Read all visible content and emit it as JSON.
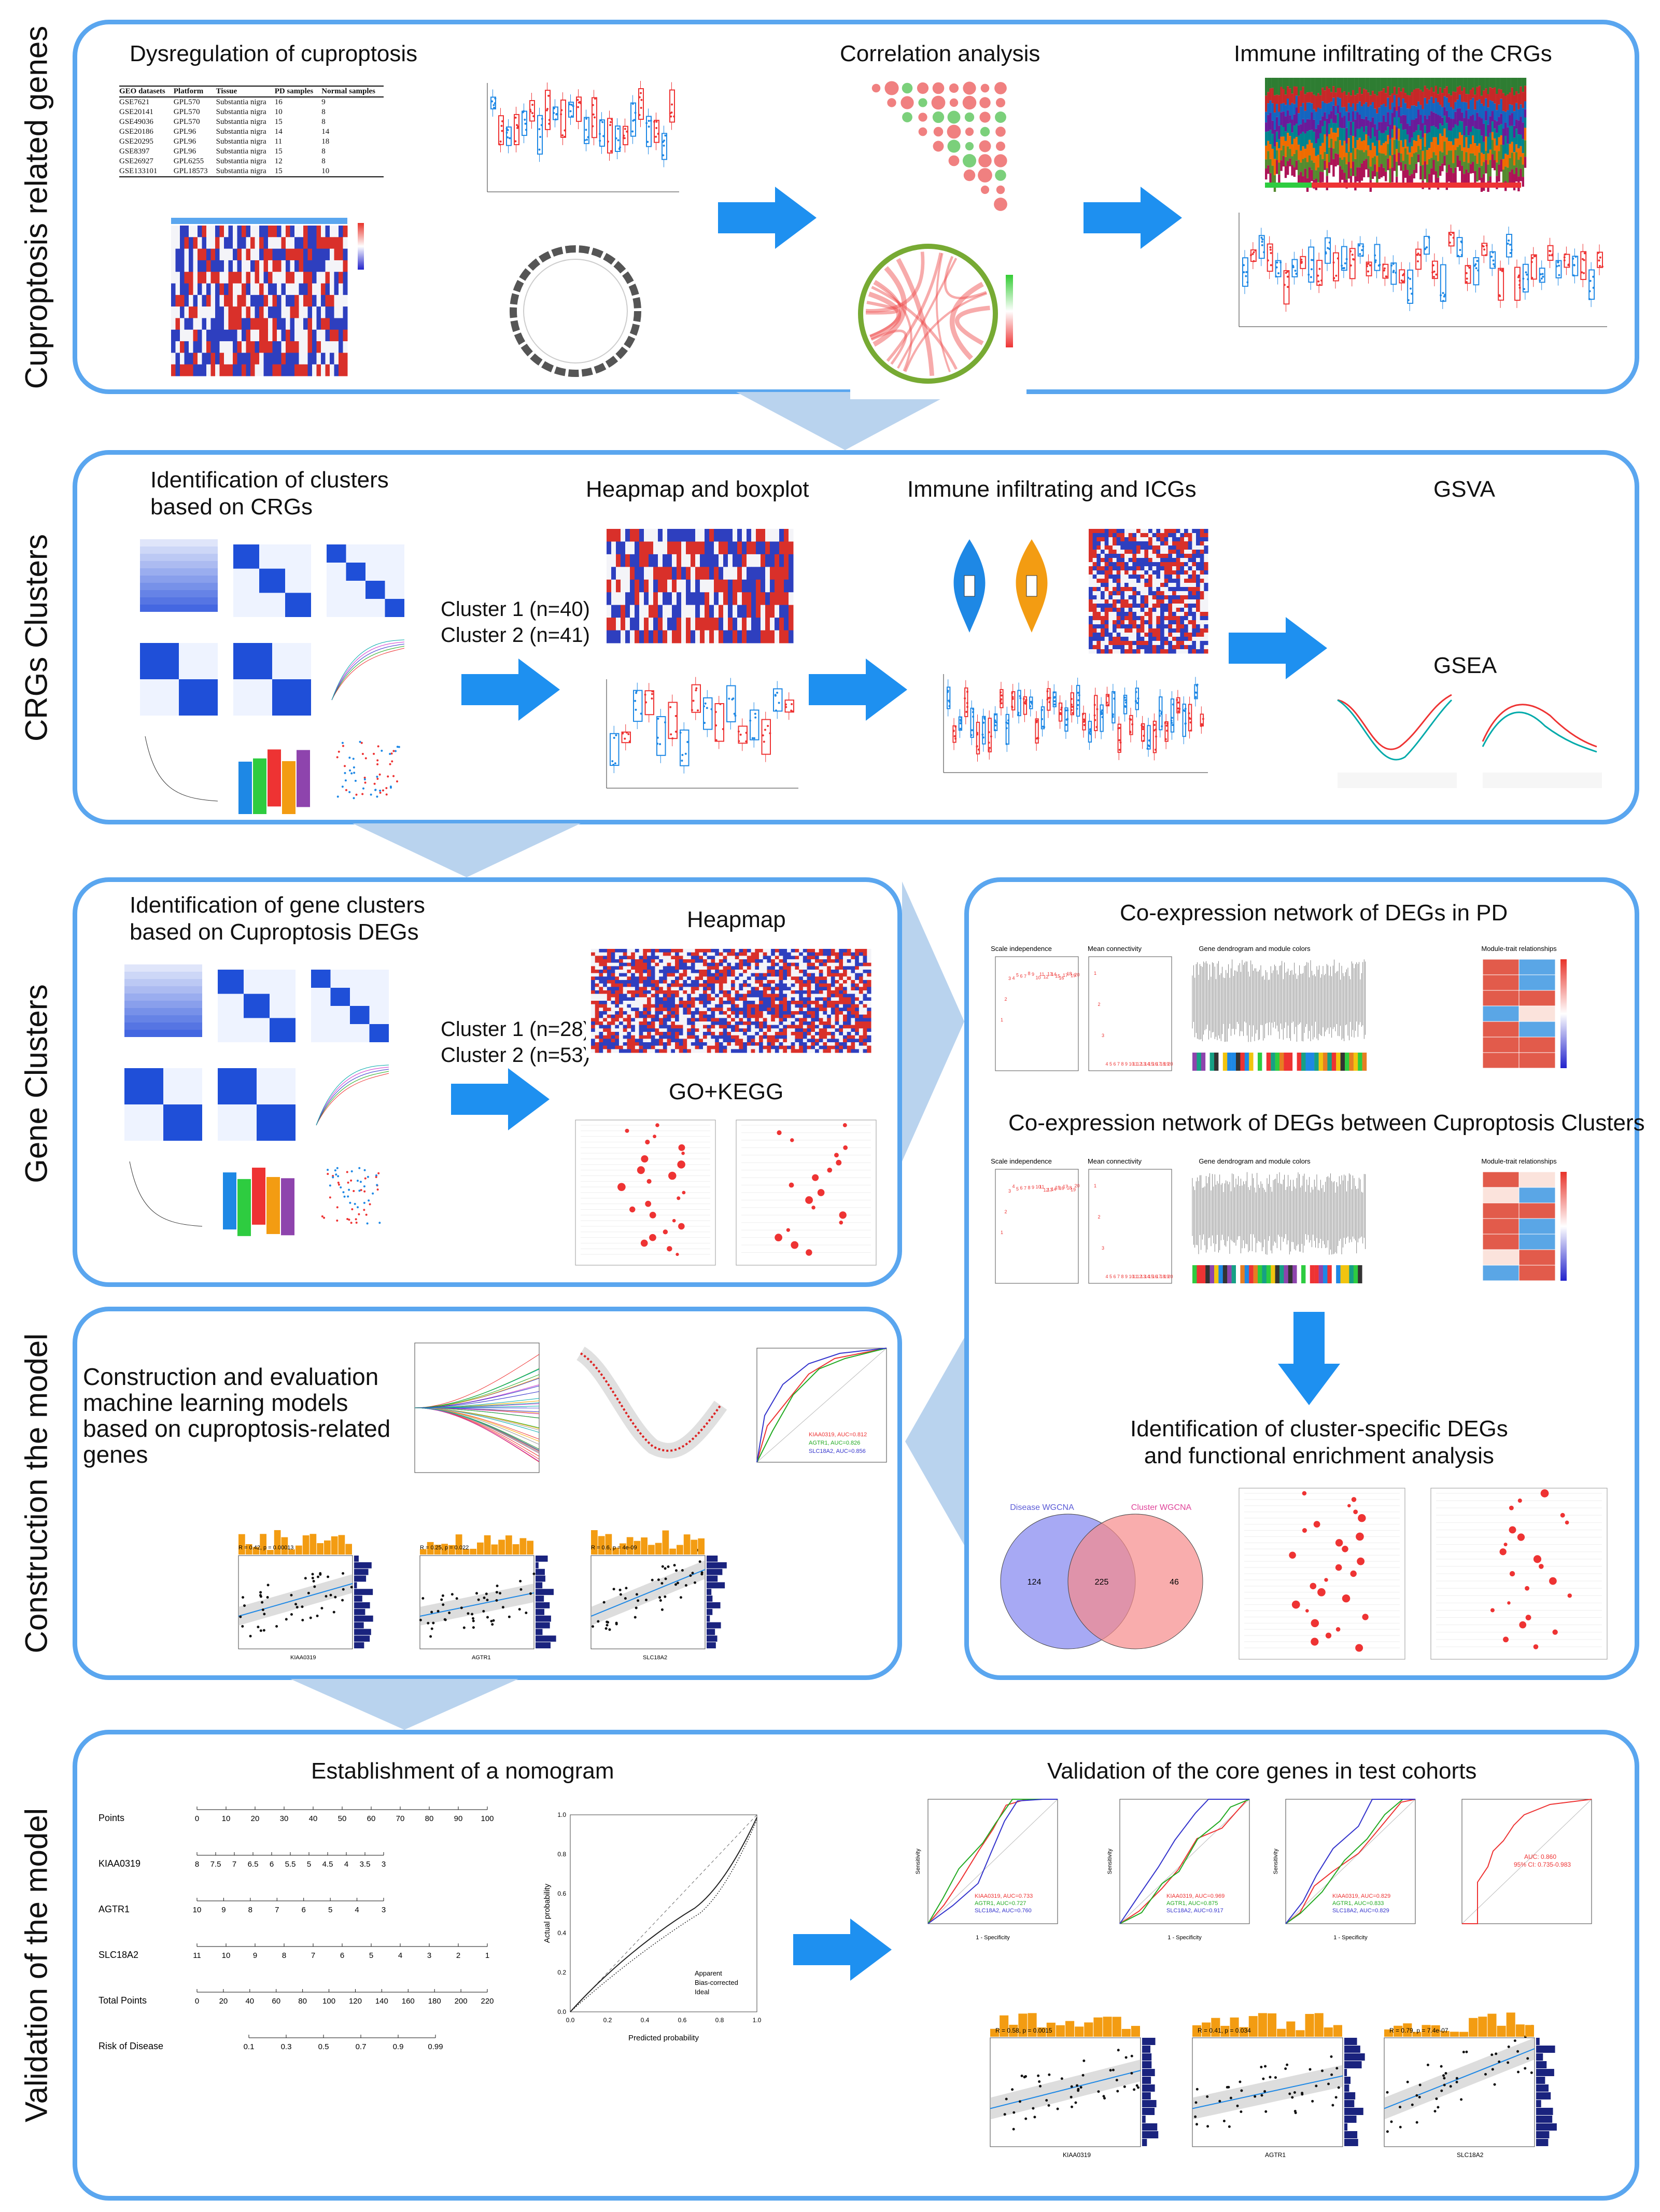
{
  "colors": {
    "panel_border": "#5aa6ef",
    "arrow": "#1e90f0",
    "connector": "#b9d3ee"
  },
  "side_labels": {
    "s1": "Cuproptosis related genes",
    "s2": "CRGs Clusters",
    "s3": "Gene Clusters",
    "s4": "Construction the model",
    "s5": "Validation of the model"
  },
  "section1": {
    "dysregulation_title": "Dysregulation of cuproptosis",
    "correlation_title": "Correlation analysis",
    "immune_title": "Immune infiltrating of the CRGs",
    "geo_table": {
      "headers": [
        "GEO datasets",
        "Platform",
        "Tissue",
        "PD samples",
        "Normal samples"
      ],
      "rows": [
        [
          "GSE7621",
          "GPL570",
          "Substantia nigra",
          "16",
          "9"
        ],
        [
          "GSE20141",
          "GPL570",
          "Substantia nigra",
          "10",
          "8"
        ],
        [
          "GSE49036",
          "GPL570",
          "Substantia nigra",
          "15",
          "8"
        ],
        [
          "GSE20186",
          "GPL96",
          "Substantia nigra",
          "14",
          "14"
        ],
        [
          "GSE20295",
          "GPL96",
          "Substantia nigra",
          "11",
          "18"
        ],
        [
          "GSE8397",
          "GPL96",
          "Substantia nigra",
          "15",
          "8"
        ],
        [
          "GSE26927",
          "GPL6255",
          "Substantia nigra",
          "12",
          "8"
        ],
        [
          "GSE133101",
          "GPL18573",
          "Substantia nigra",
          "15",
          "10"
        ]
      ]
    }
  },
  "section2": {
    "clusters_title": "Identification of clusters\nbased on CRGs",
    "cluster1": "Cluster 1 (n=40)",
    "cluster2": "Cluster 2 (n=41)",
    "heatmap_title": "Heapmap and boxplot",
    "immune_title": "Immune infiltrating and ICGs",
    "gsva_title": "GSVA",
    "gsea_title": "GSEA"
  },
  "section3": {
    "clusters_title": "Identification of gene clusters\nbased on Cuproptosis DEGs",
    "cluster1": "Cluster 1 (n=28)",
    "cluster2": "Cluster 2 (n=53)",
    "heatmap_title": "Heapmap",
    "go_title": "GO+KEGG"
  },
  "coexpression": {
    "pd_title": "Co-expression network of DEGs in PD",
    "clusters_title": "Co-expression network of DEGs between Cuproptosis Clusters",
    "identify_title": "Identification of cluster-specific DEGs\nand functional enrichment analysis",
    "venn": {
      "left_label": "Disease WGCNA",
      "right_label": "Cluster WGCNA",
      "left_only": "124",
      "overlap": "225",
      "right_only": "46"
    },
    "panel_labels": {
      "scale": "Scale independence",
      "mean": "Mean connectivity",
      "dendro": "Gene dendrogram and module colors",
      "module": "Module-trait relationships"
    }
  },
  "section4": {
    "title": "Construction and evaluation\nmachine learning models\nbased on cuproptosis-related\ngenes",
    "roc_legend": [
      "KIAA0319, AUC=0.812",
      "AGTR1, AUC=0.826",
      "SLC18A2, AUC=0.856"
    ],
    "scatter_stats": [
      "R = 0.42, p = 0.00013",
      "R = 0.25, p = 0.022",
      "R = 0.6, p = 4e-09"
    ],
    "scatter_genes": [
      "KIAA0319",
      "AGTR1",
      "SLC18A2"
    ]
  },
  "section5": {
    "nomogram_title": "Establishment of a nomogram",
    "validation_title": "Validation of the core genes in test cohorts",
    "nomogram_rows": [
      {
        "label": "Points",
        "ticks": [
          "0",
          "10",
          "20",
          "30",
          "40",
          "50",
          "60",
          "70",
          "80",
          "90",
          "100"
        ]
      },
      {
        "label": "KIAA0319",
        "ticks": [
          "8",
          "7.5",
          "7",
          "6.5",
          "6",
          "5.5",
          "5",
          "4.5",
          "4",
          "3.5",
          "3"
        ]
      },
      {
        "label": "AGTR1",
        "ticks": [
          "10",
          "9",
          "8",
          "7",
          "6",
          "5",
          "4",
          "3"
        ]
      },
      {
        "label": "SLC18A2",
        "ticks": [
          "11",
          "10",
          "9",
          "8",
          "7",
          "6",
          "5",
          "4",
          "3",
          "2",
          "1"
        ]
      },
      {
        "label": "Total Points",
        "ticks": [
          "0",
          "20",
          "40",
          "60",
          "80",
          "100",
          "120",
          "140",
          "160",
          "180",
          "200",
          "220"
        ]
      },
      {
        "label": "Risk of Disease",
        "ticks": [
          "0.1",
          "0.3",
          "0.5",
          "0.7",
          "0.9",
          "0.99"
        ]
      }
    ],
    "calibration": {
      "xlabel": "Predicted probability",
      "ylabel": "Actual probability",
      "legend": [
        "Apparent",
        "Bias-corrected",
        "Ideal"
      ],
      "ticks": [
        "0.0",
        "0.2",
        "0.4",
        "0.6",
        "0.8",
        "1.0"
      ]
    },
    "roc_sets": [
      [
        "KIAA0319, AUC=0.733",
        "AGTR1, AUC=0.727",
        "SLC18A2, AUC=0.760"
      ],
      [
        "KIAA0319, AUC=0.969",
        "AGTR1, AUC=0.875",
        "SLC18A2, AUC=0.917"
      ],
      [
        "KIAA0319, AUC=0.829",
        "AGTR1, AUC=0.833",
        "SLC18A2, AUC=0.829"
      ]
    ],
    "roc_single": [
      "AUC: 0.860",
      "95% CI: 0.735-0.983"
    ],
    "roc_axes": {
      "x": "1 - Specificity",
      "y": "Sensitivity"
    },
    "scatter_stats": [
      "R = 0.58, p = 0.0015",
      "R = 0.41, p = 0.034",
      "R = 0.79, p = 7.4e-07"
    ],
    "scatter_genes": [
      "KIAA0319",
      "AGTR1",
      "SLC18A2"
    ]
  }
}
